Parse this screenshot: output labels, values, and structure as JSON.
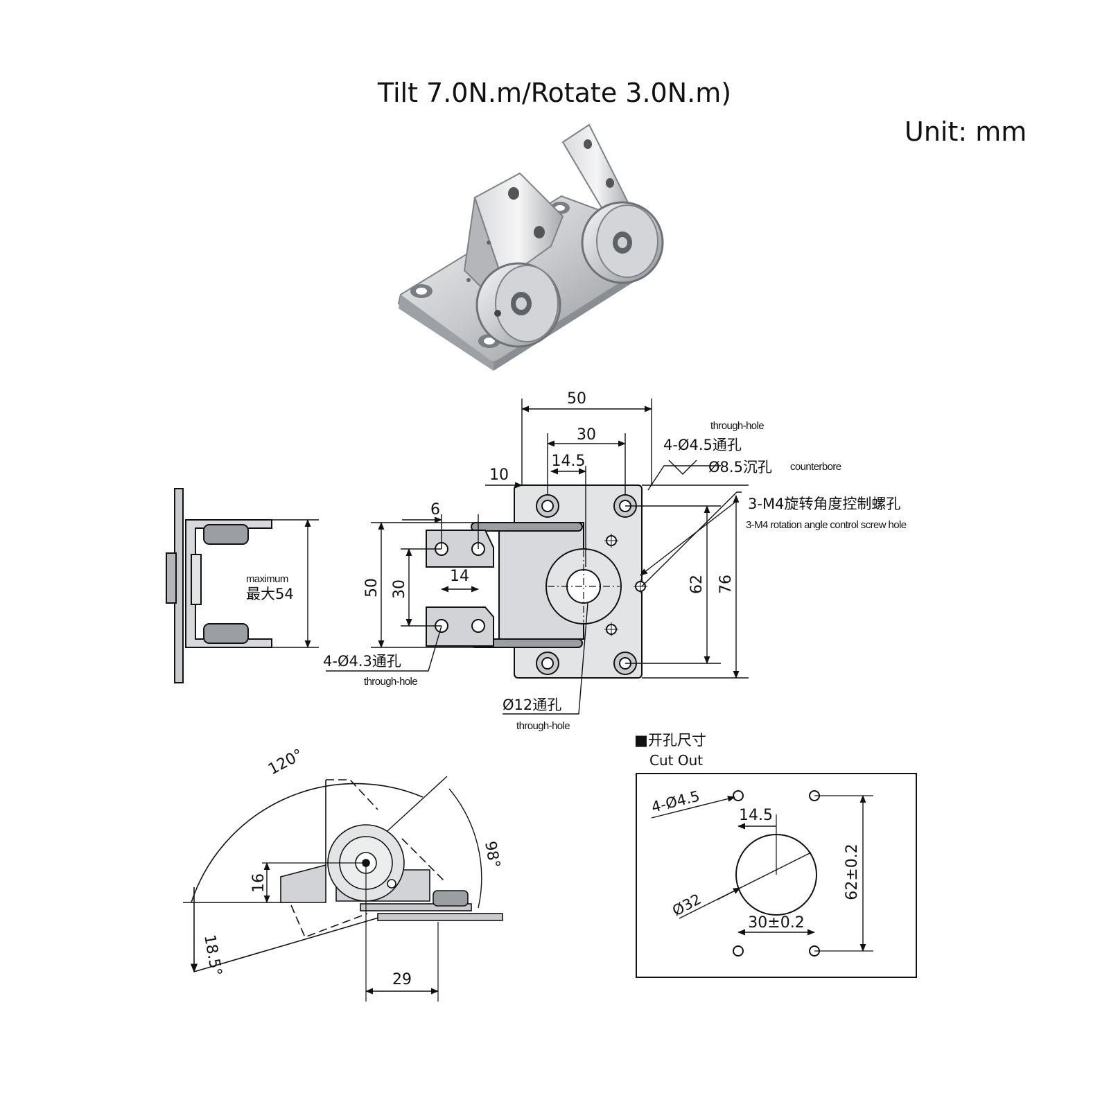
{
  "header": {
    "title": "Tilt 7.0N.m/Rotate 3.0N.m)",
    "unit": "Unit:  mm"
  },
  "top_view": {
    "dim_50": "50",
    "dim_30": "30",
    "dim_14_5": "14.5",
    "dim_10": "10",
    "dim_6": "6",
    "dim_14": "14",
    "dim_50_v": "50",
    "dim_30_v": "30",
    "dim_62": "62",
    "dim_76": "76",
    "through_hole_top_en": "through-hole",
    "hole_4_45": "4-Ø4.5通孔",
    "counterbore": "Ø8.5沉孔",
    "counterbore_en": "counterbore",
    "m4_cn": "3-M4旋转角度控制螺孔",
    "m4_en": "3-M4 rotation angle control screw hole",
    "hole_4_43": "4-Ø4.3通孔",
    "through_hole_left_en": "through-hole",
    "hole_12": "Ø12通孔",
    "through_hole_center_en": "through-hole"
  },
  "side_view": {
    "maximum_en": "maximum",
    "maximum_cn": "最大54"
  },
  "angle_view": {
    "angle_120": "120°",
    "angle_98": "98°",
    "dim_16": "16",
    "angle_18_5": "18.5°",
    "dim_29": "29"
  },
  "cutout": {
    "heading_cn": "■开孔尺寸",
    "heading_en": "Cut Out",
    "holes": "4-Ø4.5",
    "dim_14_5": "14.5",
    "dia_32": "Ø32",
    "dim_62": "62±0.2",
    "dim_30": "30±0.2"
  },
  "colors": {
    "line": "#111111",
    "metal_light": "#e6e7e9",
    "metal_mid": "#c9cbce",
    "metal_dark": "#8e9196"
  }
}
